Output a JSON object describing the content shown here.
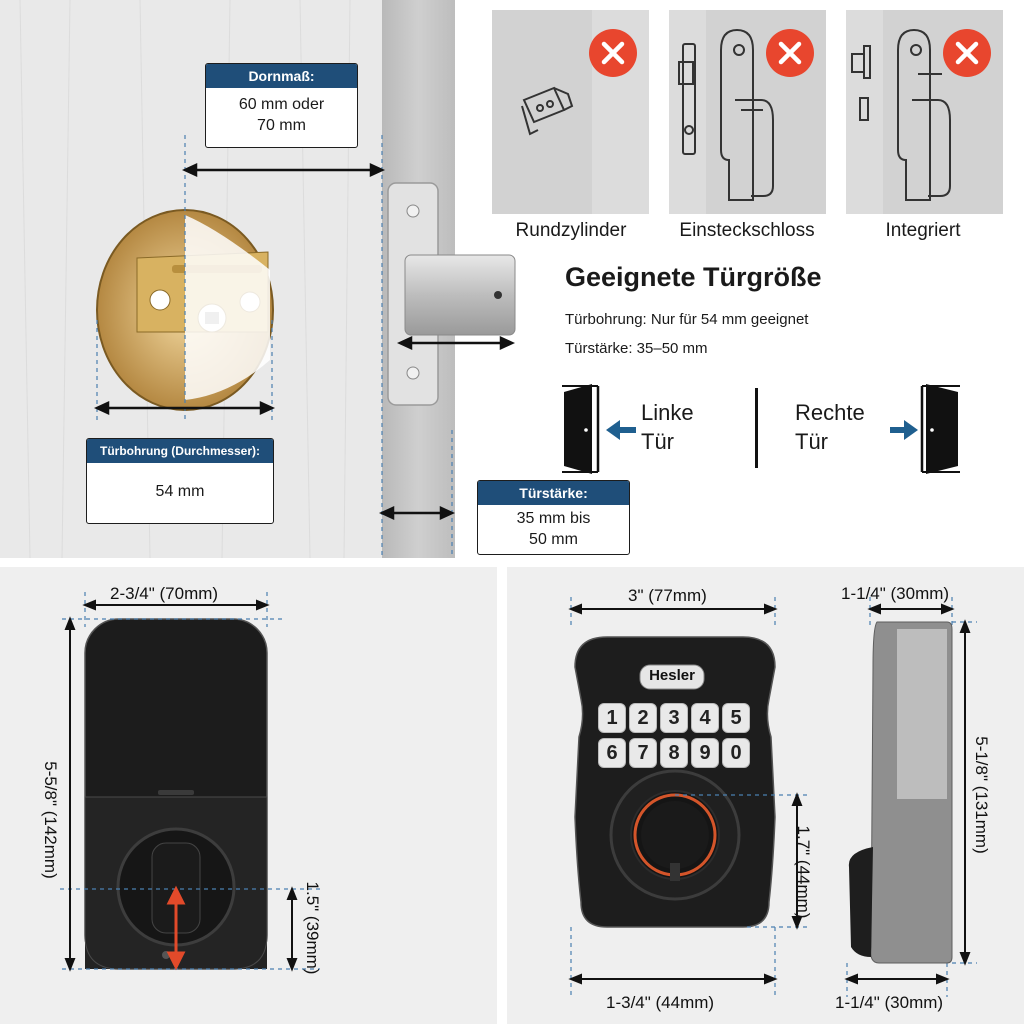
{
  "backset": {
    "label": "Dornmaß:",
    "value_line1": "60 mm oder",
    "value_line2": "70 mm"
  },
  "bore": {
    "label": "Türbohrung (Durchmesser):",
    "value": "54 mm"
  },
  "thickness": {
    "label": "Türstärke:",
    "value_line1": "35 mm bis",
    "value_line2": "50 mm"
  },
  "incompatible": [
    {
      "label": "Rundzylinder",
      "icon": "cylinder-lock-icon"
    },
    {
      "label": "Einsteckschloss",
      "icon": "mortise-lock-icon"
    },
    {
      "label": "Integriert",
      "icon": "integrated-handle-icon"
    }
  ],
  "suitable": {
    "title": "Geeignete Türgröße",
    "bore_note": "Türbohrung: Nur für 54 mm geeignet",
    "thickness_note": "Türstärke: 35–50 mm"
  },
  "doors": {
    "left_line1": "Linke",
    "left_line2": "Tür",
    "right_line1": "Rechte",
    "right_line2": "Tür"
  },
  "interior": {
    "width": "2-3/4\" (70mm)",
    "height": "5-5/8\" (142mm)",
    "turn_height": "1.5\" (39mm)"
  },
  "exterior": {
    "brand": "Hesler",
    "keys": [
      "1",
      "2",
      "3",
      "4",
      "5",
      "6",
      "7",
      "8",
      "9",
      "0"
    ],
    "width": "3\" (77mm)",
    "cylinder_height": "1.7\" (44mm)",
    "bottom_width": "1-3/4\" (44mm)"
  },
  "side": {
    "depth_top": "1-1/4\" (30mm)",
    "height": "5-1/8\" (131mm)",
    "depth_bottom": "1-1/4\" (30mm)"
  },
  "colors": {
    "navy": "#1f4e79",
    "red_x": "#e8462e",
    "arrow_blue": "#1f5f8f",
    "accent_red": "#e24a2a"
  }
}
